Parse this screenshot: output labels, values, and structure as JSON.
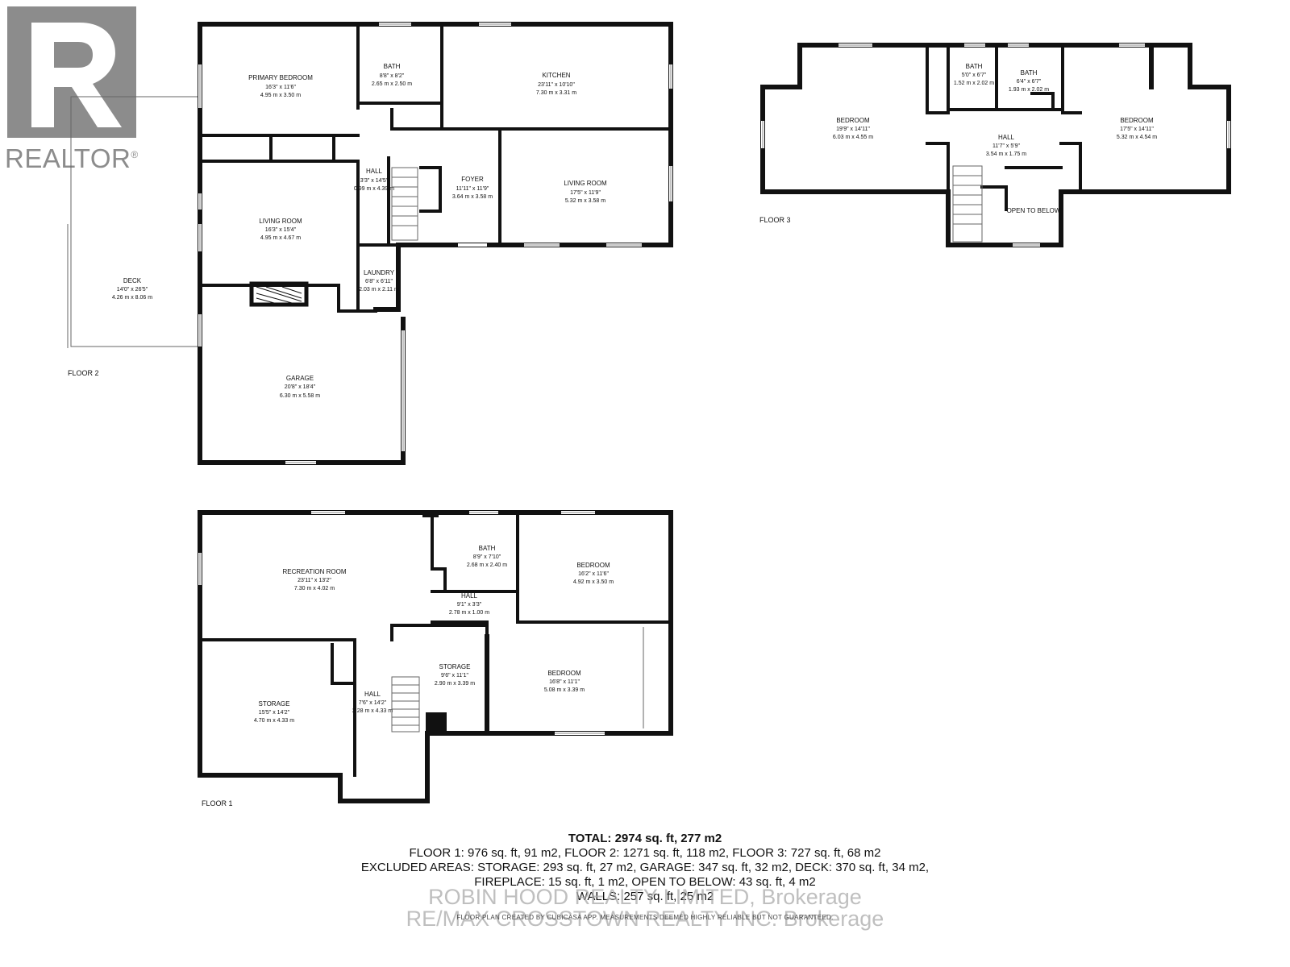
{
  "logo": {
    "brand": "REALTOR",
    "reg": "®"
  },
  "floors": {
    "floor2": {
      "label": "FLOOR 2",
      "rooms": {
        "primary_bedroom": {
          "name": "PRIMARY BEDROOM",
          "imperial": "16'3\" x 11'6\"",
          "metric": "4.95 m x 3.50 m"
        },
        "bath": {
          "name": "BATH",
          "imperial": "8'8\" x 8'2\"",
          "metric": "2.65 m x 2.50 m"
        },
        "kitchen": {
          "name": "KITCHEN",
          "imperial": "23'11\" x 10'10\"",
          "metric": "7.30 m x 3.31 m"
        },
        "hall": {
          "name": "HALL",
          "imperial": "3'3\" x 14'5\"",
          "metric": "0.99 m x 4.39 m"
        },
        "foyer": {
          "name": "FOYER",
          "imperial": "11'11\" x 11'9\"",
          "metric": "3.64 m x 3.58 m"
        },
        "living_room_east": {
          "name": "LIVING ROOM",
          "imperial": "17'5\" x 11'9\"",
          "metric": "5.32 m x 3.58 m"
        },
        "living_room_west": {
          "name": "LIVING ROOM",
          "imperial": "16'3\" x 15'4\"",
          "metric": "4.95 m x 4.67 m"
        },
        "laundry": {
          "name": "LAUNDRY",
          "imperial": "6'8\" x 6'11\"",
          "metric": "2.03 m x 2.11 m"
        },
        "deck": {
          "name": "DECK",
          "imperial": "14'0\" x 26'5\"",
          "metric": "4.26 m x 8.06 m"
        },
        "garage": {
          "name": "GARAGE",
          "imperial": "20'8\" x 18'4\"",
          "metric": "6.30 m x 5.58 m"
        }
      }
    },
    "floor3": {
      "label": "FLOOR 3",
      "rooms": {
        "bedroom_west": {
          "name": "BEDROOM",
          "imperial": "19'9\" x 14'11\"",
          "metric": "6.03 m x 4.55 m"
        },
        "bath_1": {
          "name": "BATH",
          "imperial": "5'0\" x 6'7\"",
          "metric": "1.52 m x 2.02 m"
        },
        "bath_2": {
          "name": "BATH",
          "imperial": "6'4\" x 6'7\"",
          "metric": "1.93 m x 2.02 m"
        },
        "bedroom_east": {
          "name": "BEDROOM",
          "imperial": "17'5\" x 14'11\"",
          "metric": "5.32 m x 4.54 m"
        },
        "hall": {
          "name": "HALL",
          "imperial": "11'7\" x 5'9\"",
          "metric": "3.54 m x 1.75 m"
        },
        "open_to_below": {
          "name": "OPEN TO BELOW"
        }
      }
    },
    "floor1": {
      "label": "FLOOR 1",
      "rooms": {
        "recreation_room": {
          "name": "RECREATION ROOM",
          "imperial": "23'11\" x 13'2\"",
          "metric": "7.30 m x 4.02 m"
        },
        "bath": {
          "name": "BATH",
          "imperial": "8'9\" x 7'10\"",
          "metric": "2.68 m x 2.40 m"
        },
        "bedroom_north": {
          "name": "BEDROOM",
          "imperial": "16'2\" x 11'6\"",
          "metric": "4.92 m x 3.50 m"
        },
        "hall_north": {
          "name": "HALL",
          "imperial": "9'1\" x 3'3\"",
          "metric": "2.78 m x 1.00 m"
        },
        "storage_west": {
          "name": "STORAGE",
          "imperial": "15'5\" x 14'2\"",
          "metric": "4.70 m x 4.33 m"
        },
        "hall_south": {
          "name": "HALL",
          "imperial": "7'6\" x 14'2\"",
          "metric": "2.28 m x 4.33 m"
        },
        "storage_mid": {
          "name": "STORAGE",
          "imperial": "9'6\" x 11'1\"",
          "metric": "2.90 m x 3.39 m"
        },
        "bedroom_south": {
          "name": "BEDROOM",
          "imperial": "16'8\" x 11'1\"",
          "metric": "5.08 m x 3.39 m"
        }
      }
    }
  },
  "summary": {
    "total": "TOTAL: 2974 sq. ft, 277 m2",
    "floors": "FLOOR 1: 976 sq. ft, 91 m2, FLOOR 2: 1271 sq. ft, 118 m2, FLOOR 3: 727 sq. ft, 68 m2",
    "excluded": "EXCLUDED AREAS: STORAGE: 293 sq. ft, 27 m2, GARAGE: 347 sq. ft, 32 m2, DECK: 370 sq. ft, 34 m2,",
    "fireplace": "FIREPLACE: 15 sq. ft, 1 m2, OPEN TO BELOW: 43 sq. ft, 4 m2",
    "walls": "WALLS: 257 sq. ft, 25 m2"
  },
  "watermark": {
    "line1": "ROBIN HOOD REALTY LIMITED, Brokerage",
    "line2": "RE/MAX CROSSTOWN REALTY INC. Brokerage"
  },
  "disclaimer": "FLOOR PLAN CREATED BY CUBICASA APP. MEASUREMENTS DEEMED HIGHLY RELIABLE BUT NOT GUARANTEED."
}
